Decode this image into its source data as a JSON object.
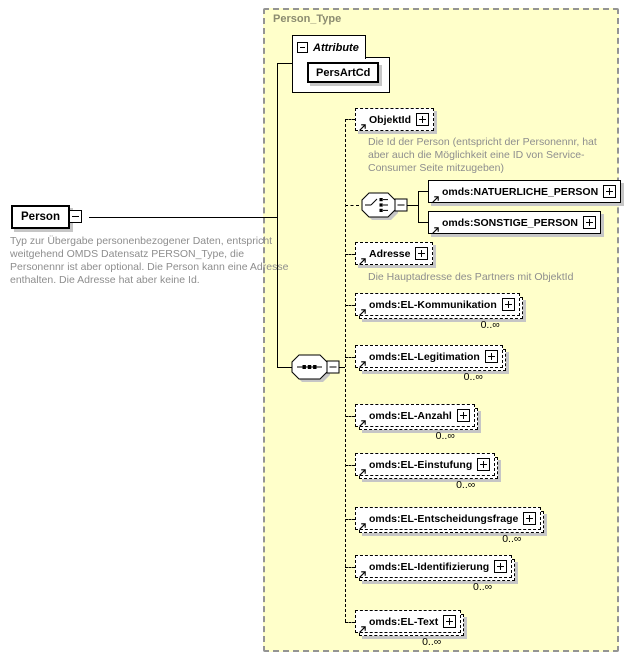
{
  "panel": {
    "title": "Person_Type"
  },
  "person": {
    "label": "Person",
    "annotation": "Typ zur Übergabe personenbezogener Daten, entspricht weitgehend OMDS Datensatz PERSON_Type, die Personennr ist aber optional. Die Person kann eine Adresse enthalten. Die Adresse hat aber keine Id."
  },
  "attributes": {
    "group_label": "Attribute",
    "items": [
      {
        "name": "PersArtCd"
      }
    ]
  },
  "children": [
    {
      "label": "ObjektId",
      "annotation": "Die Id der Person (entspricht der Personennr, hat aber auch die Möglichkeit eine ID von Service-Consumer Seite mitzugeben)"
    },
    {
      "label": "omds:NATUERLICHE_PERSON"
    },
    {
      "label": "omds:SONSTIGE_PERSON"
    },
    {
      "label": "Adresse",
      "annotation": "Die Hauptadresse des Partners mit ObjektId"
    },
    {
      "label": "omds:EL-Kommunikation",
      "occurrence": "0..∞"
    },
    {
      "label": "omds:EL-Legitimation",
      "occurrence": "0..∞"
    },
    {
      "label": "omds:EL-Anzahl",
      "occurrence": "0..∞"
    },
    {
      "label": "omds:EL-Einstufung",
      "occurrence": "0..∞"
    },
    {
      "label": "omds:EL-Entscheidungsfrage",
      "occurrence": "0..∞"
    },
    {
      "label": "omds:EL-Identifizierung",
      "occurrence": "0..∞"
    },
    {
      "label": "omds:EL-Text",
      "occurrence": "0..∞"
    }
  ],
  "icons": {
    "expand_glyph": "+",
    "collapse_glyph": "−",
    "reference_arrow_glyph": "↗"
  },
  "colors": {
    "canvas_fill": "#ffffca",
    "container_border": "#949494",
    "box_shadow": "#c6c6c6",
    "annotation_text": "#8e8e8e",
    "panel_title_text": "#8b8b70",
    "line": "#000000"
  }
}
